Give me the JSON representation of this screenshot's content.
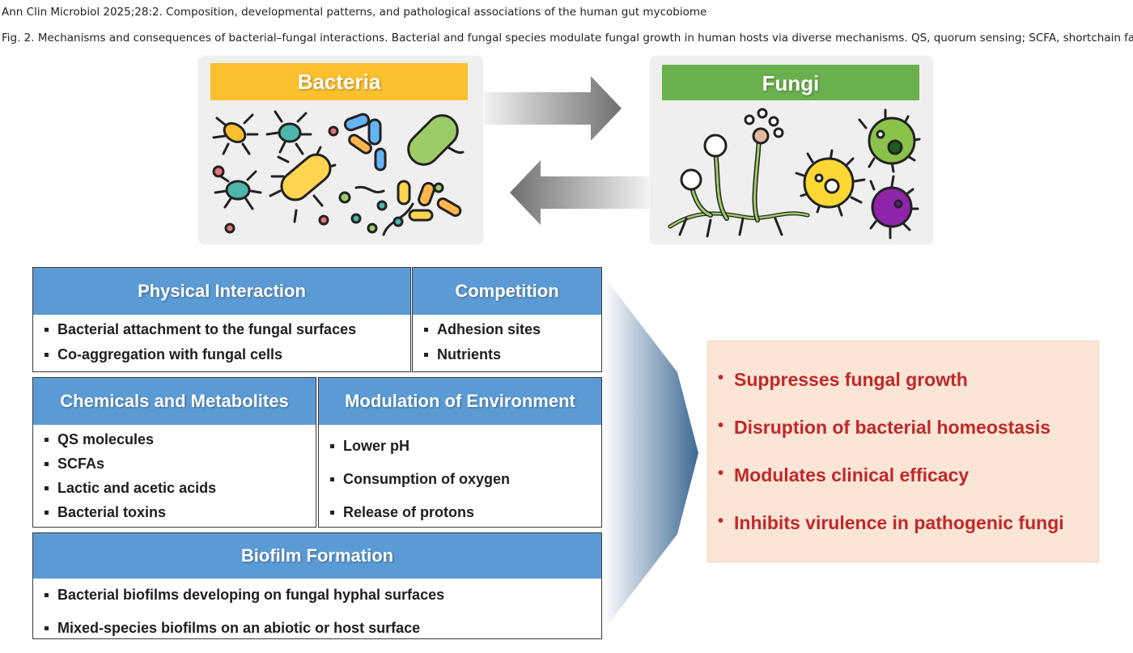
{
  "citation": "Ann Clin Microbiol 2025;28:2. Composition, developmental patterns, and pathological associations of the human gut mycobiome",
  "caption": "Fig. 2. Mechanisms and consequences of bacterial–fungal interactions. Bacterial and fungal species modulate fungal growth in human hosts via diverse mechanisms. QS, quorum sensing; SCFA, shortchain fatty acid.",
  "organisms": {
    "bacteria": {
      "title": "Bacteria",
      "color": "#fbc02d"
    },
    "fungi": {
      "title": "Fungi",
      "color": "#6ab04c"
    }
  },
  "mechanisms": {
    "physical": {
      "title": "Physical Interaction",
      "items": [
        "Bacterial attachment to the fungal surfaces",
        "Co-aggregation with fungal cells"
      ]
    },
    "competition": {
      "title": "Competition",
      "items": [
        "Adhesion sites",
        "Nutrients"
      ]
    },
    "chemicals": {
      "title": "Chemicals and Metabolites",
      "items": [
        "QS molecules",
        "SCFAs",
        "Lactic and acetic acids",
        "Bacterial toxins"
      ]
    },
    "environment": {
      "title": "Modulation of Environment",
      "items": [
        "Lower pH",
        "Consumption of oxygen",
        "Release of protons"
      ]
    },
    "biofilm": {
      "title": "Biofilm Formation",
      "items": [
        "Bacterial biofilms developing on fungal hyphal surfaces",
        "Mixed-species biofilms on an abiotic or host surface"
      ]
    }
  },
  "outcomes": {
    "items": [
      "Suppresses fungal growth",
      "Disruption of bacterial homeostasis",
      "Modulates clinical efficacy",
      "Inhibits virulence in pathogenic fungi"
    ],
    "text_color": "#c0282a",
    "background": "#fbe5d6"
  },
  "colors": {
    "header_blue": "#5b9bd5",
    "arrow_gray": "#7f7f7f"
  }
}
